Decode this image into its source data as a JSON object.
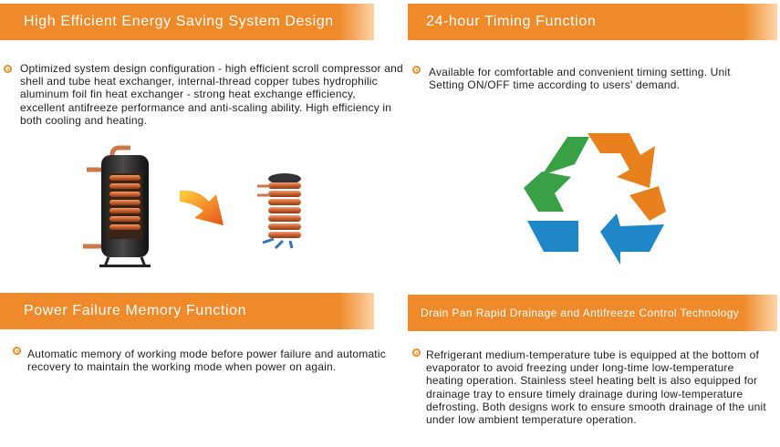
{
  "sections": {
    "energy": {
      "title": "High Efficient Energy Saving System Design",
      "text": "Optimized system design configuration - high efficient scroll compressor and shell and tube heat exchanger, internal-thread copper tubes hydrophilic aluminum foil fin heat exchanger - strong heat exchange efficiency, excellent antifreeze performance and anti-scaling ability. High efficiency in both cooling and heating."
    },
    "timing": {
      "title": "24-hour Timing Function",
      "text": "Available for comfortable and convenient timing setting. Unit Setting ON/OFF time according to users' demand."
    },
    "power": {
      "title": "Power Failure Memory Function",
      "text": "Automatic memory of working mode before power failure and automatic recovery to maintain the working mode when power on again."
    },
    "drain": {
      "title": "Drain Pan Rapid Drainage and Antifreeze Control Technology",
      "text": "Refrigerant medium-temperature tube is equipped at the bottom of evaporator to avoid freezing under long-time low-temperature heating operation. Stainless steel heating belt is also equipped for drainage tray to ensure timely drainage during low-temperature defrosting. Both designs work to ensure smooth drainage of the unit under low ambient temperature operation."
    }
  },
  "colors": {
    "banner": "#ee8a2a",
    "recycle_green": "#3aa046",
    "recycle_orange": "#e8801e",
    "recycle_blue": "#1f86c8"
  },
  "icons": {
    "recycle": "recycle-icon",
    "arrow": "orange-arrow-icon",
    "exchanger": "heat-exchanger-image",
    "coil": "copper-coil-image"
  }
}
